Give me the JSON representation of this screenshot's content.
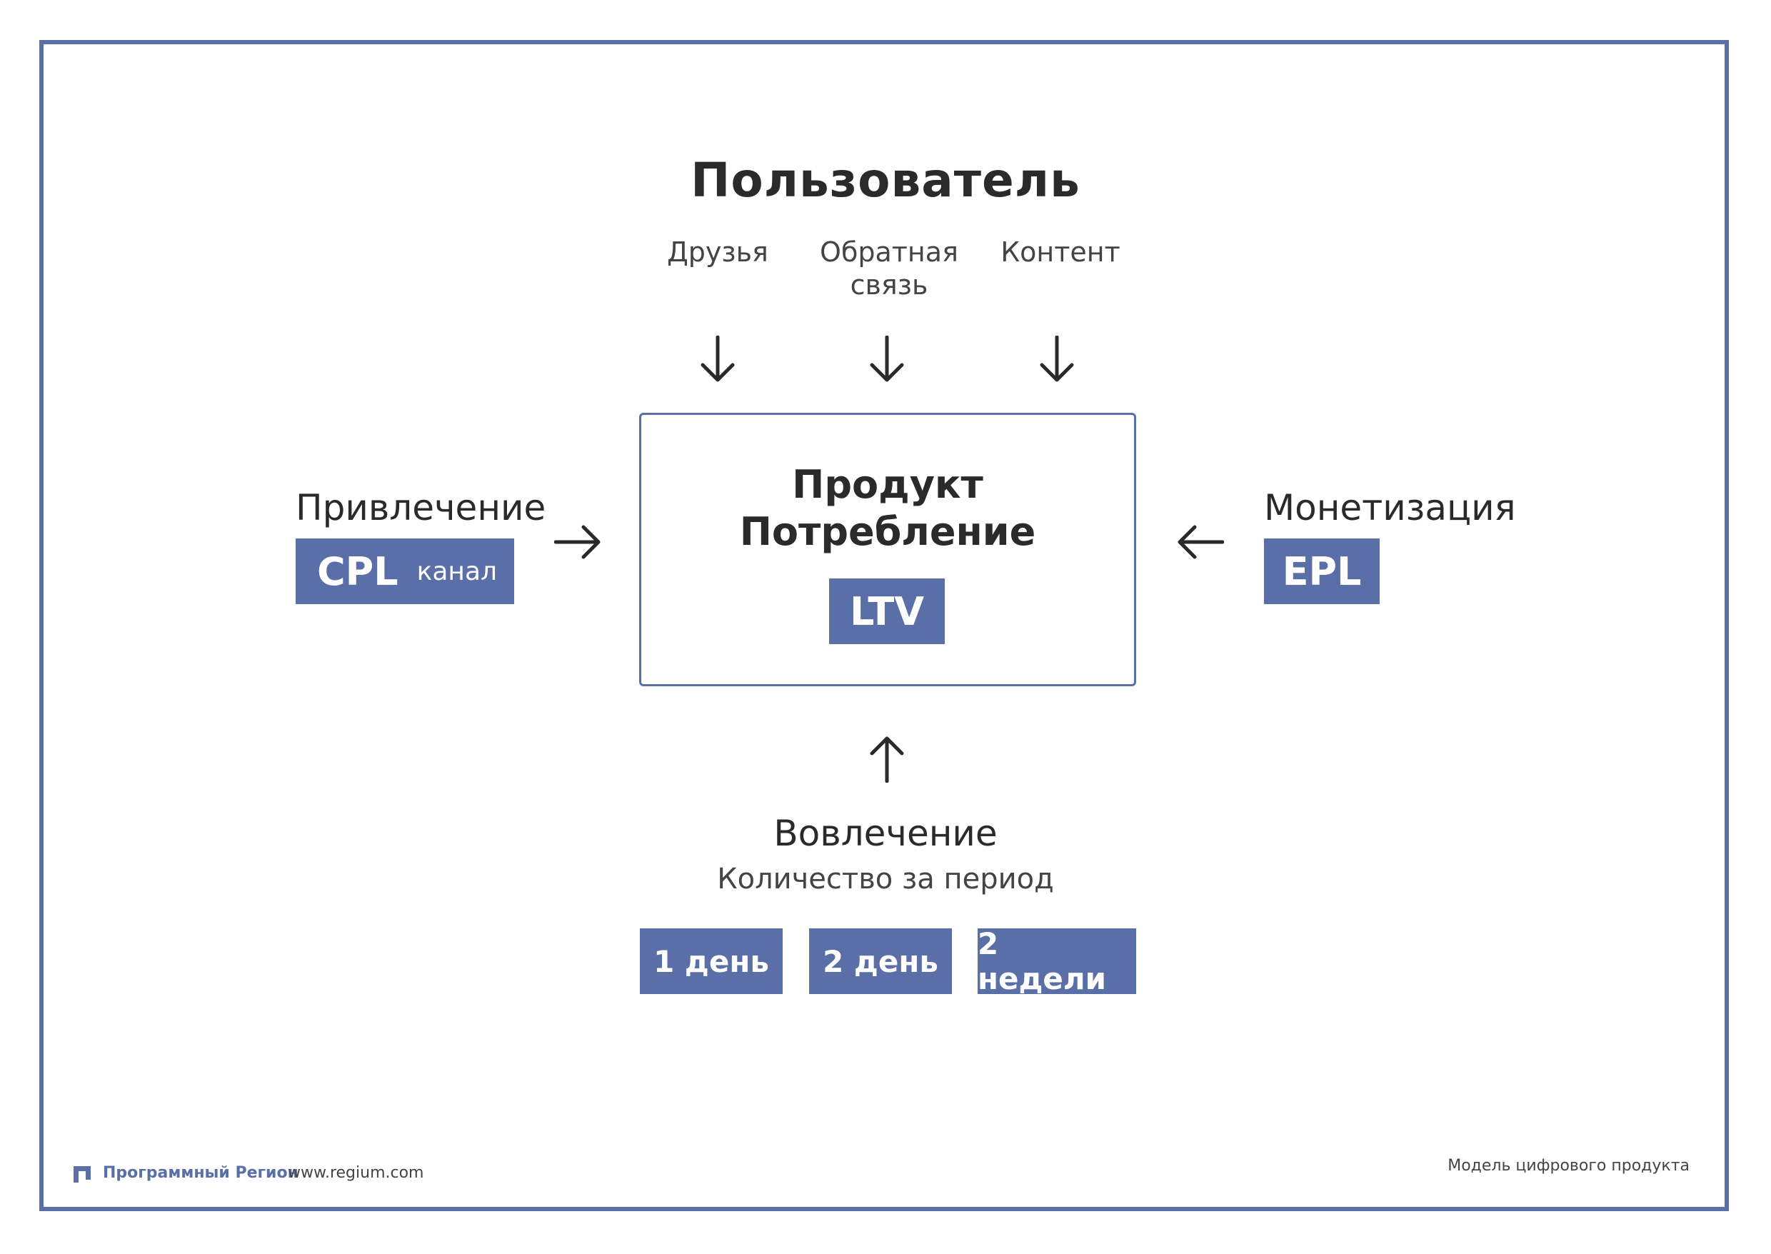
{
  "diagram": {
    "title": "Пользователь",
    "sources": [
      {
        "label": "Друзья"
      },
      {
        "label": "Обратная связь"
      },
      {
        "label": "Контент"
      }
    ],
    "product": {
      "title_line1": "Продукт",
      "title_line2": "Потребление",
      "metric": "LTV"
    },
    "acquisition": {
      "label": "Привлечение",
      "metric": "CPL",
      "note": "канал"
    },
    "monetization": {
      "label": "Монетизация",
      "metric": "EPL"
    },
    "engagement": {
      "label": "Вовлечение",
      "sublabel": "Количество за период",
      "periods": [
        "1 день",
        "2 день",
        "2 недели"
      ]
    }
  },
  "footer": {
    "brand": "Программный Регион",
    "url": "www.regium.com",
    "caption": "Модель цифрового продукта"
  },
  "colors": {
    "accent": "#5a6fa8",
    "text": "#2a2a2a",
    "badge_text": "#ffffff"
  },
  "icons": [
    "logo-icon",
    "arrow-down-icon",
    "arrow-right-icon",
    "arrow-left-icon",
    "arrow-up-icon"
  ]
}
